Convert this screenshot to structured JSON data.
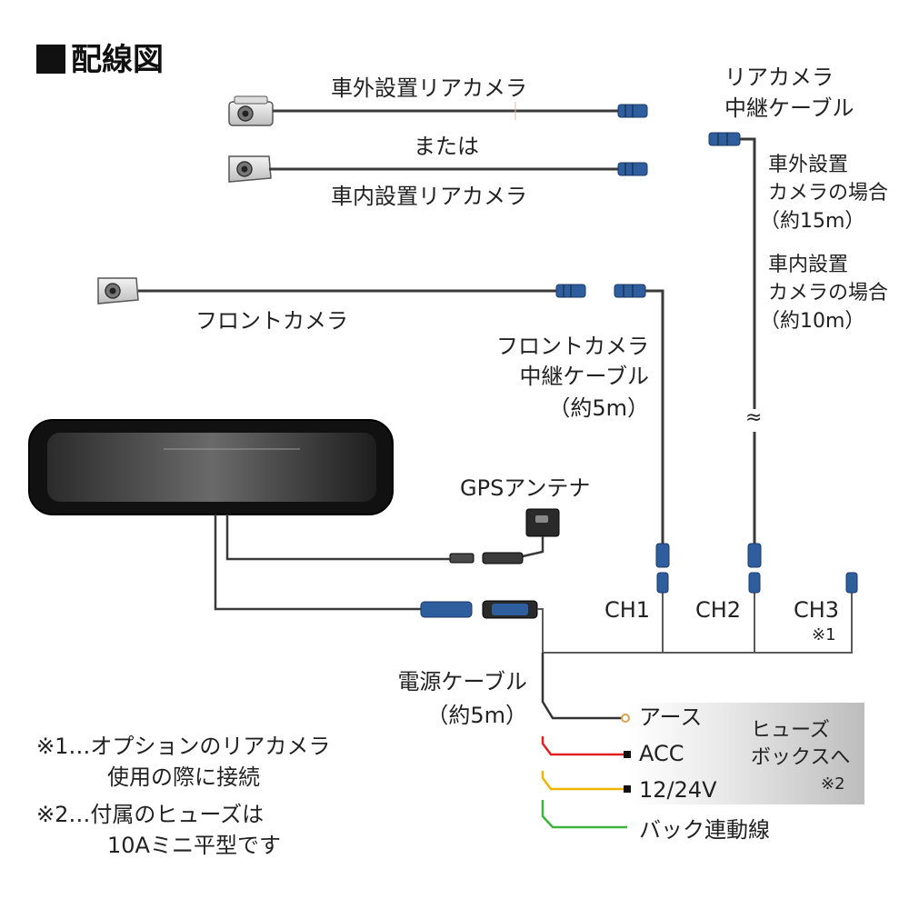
{
  "title": "■配線図",
  "labels": {
    "rear_cam_ext": "車外設置リアカメラ",
    "or": "または",
    "rear_cam_int": "車内設置リアカメラ",
    "rear_relay_l1": "リアカメラ",
    "rear_relay_l2": "中継ケーブル",
    "ext_case_l1": "車外設置",
    "ext_case_l2": "カメラの場合",
    "ext_case_l3": "（約15m）",
    "int_case_l1": "車内設置",
    "int_case_l2": "カメラの場合",
    "int_case_l3": "（約10m）",
    "front_cam": "フロントカメラ",
    "front_relay_l1": "フロントカメラ",
    "front_relay_l2": "中継ケーブル",
    "front_relay_l3": "（約5m）",
    "tilde": "≈",
    "gps": "GPSアンテナ",
    "ch1": "CH1",
    "ch2": "CH2",
    "ch3": "CH3",
    "note_mark1": "※1",
    "power_l1": "電源ケーブル",
    "power_l2": "（約5m）",
    "earth": "アース",
    "acc": "ACC",
    "v1224": "12/24V",
    "back_link": "バック連動線",
    "fuse_l1": "ヒューズ",
    "fuse_l2": "ボックスへ",
    "note_mark2": "※2",
    "note1_l1": "※1…オプションのリアカメラ",
    "note1_l2": "使用の際に接続",
    "note2_l1": "※2…付属のヒューズは",
    "note2_l2": "10Aミニ平型です"
  },
  "colors": {
    "cable": "#3a3a3a",
    "connector_blue": "#2e5e9e",
    "wire_black": "#333333",
    "wire_red": "#e02020",
    "wire_yellow": "#f0b400",
    "wire_green": "#3cb43c",
    "earth_ring": "#d9a050"
  }
}
